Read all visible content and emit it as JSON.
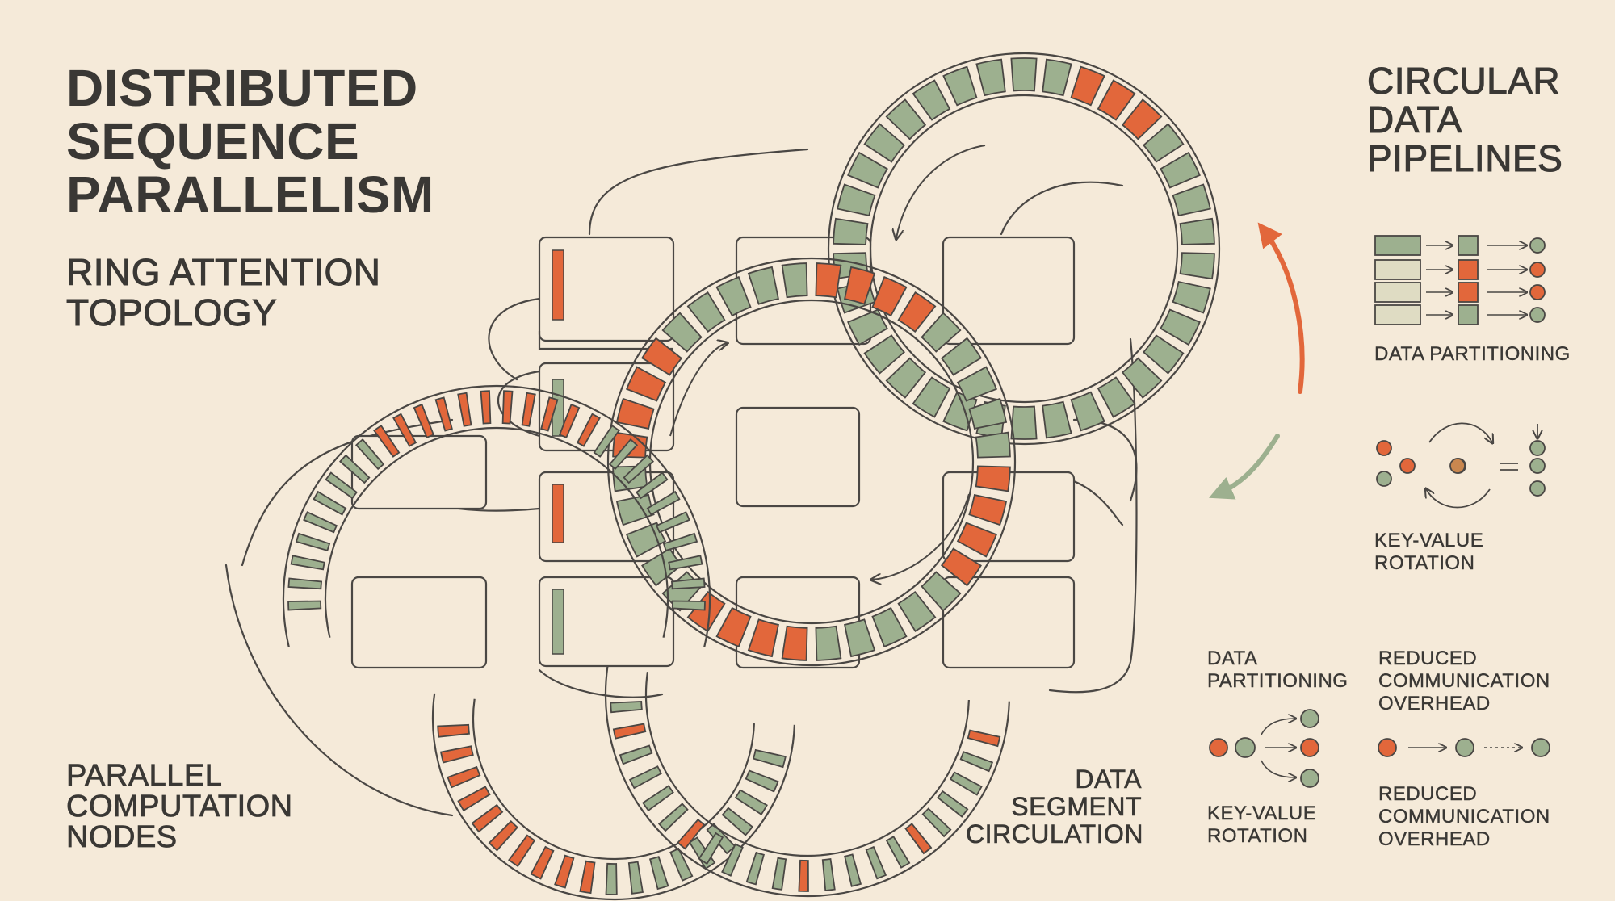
{
  "title": {
    "lines": [
      "DISTRIBUTED",
      "SEQUENCE",
      "PARALLELISM"
    ]
  },
  "subtitle": {
    "lines": [
      "RING ATTENTION",
      "TOPOLOGY"
    ]
  },
  "right_title": {
    "lines": [
      "CIRCULAR",
      "DATA",
      "PIPELINES"
    ]
  },
  "labels": {
    "nodes": [
      "PARALLEL",
      "COMPUTATION",
      "NODES"
    ],
    "circulation": [
      "DATA",
      "SEGMENT",
      "CIRCULATION"
    ],
    "data_partitioning_top": [
      "DATA PARTITIONING"
    ],
    "kv_rotation_top": [
      "KEY-VALUE",
      "ROTATION"
    ],
    "data_partitioning_bottom": [
      "DATA",
      "PARTITIONING"
    ],
    "comm_overhead_top": [
      "REDUCED",
      "COMMUNICATION",
      "OVERHEAD"
    ],
    "kv_rotation_bottom": [
      "KEY-VALUE",
      "ROTATION"
    ],
    "comm_overhead_bottom": [
      "REDUCED",
      "COMMUNICATION",
      "OVERHEAD"
    ]
  },
  "colors": {
    "background": "#f5ead9",
    "line": "#4a4744",
    "accent_orange": "#e2673b",
    "accent_green": "#9db08f",
    "text": "#3a3835"
  }
}
